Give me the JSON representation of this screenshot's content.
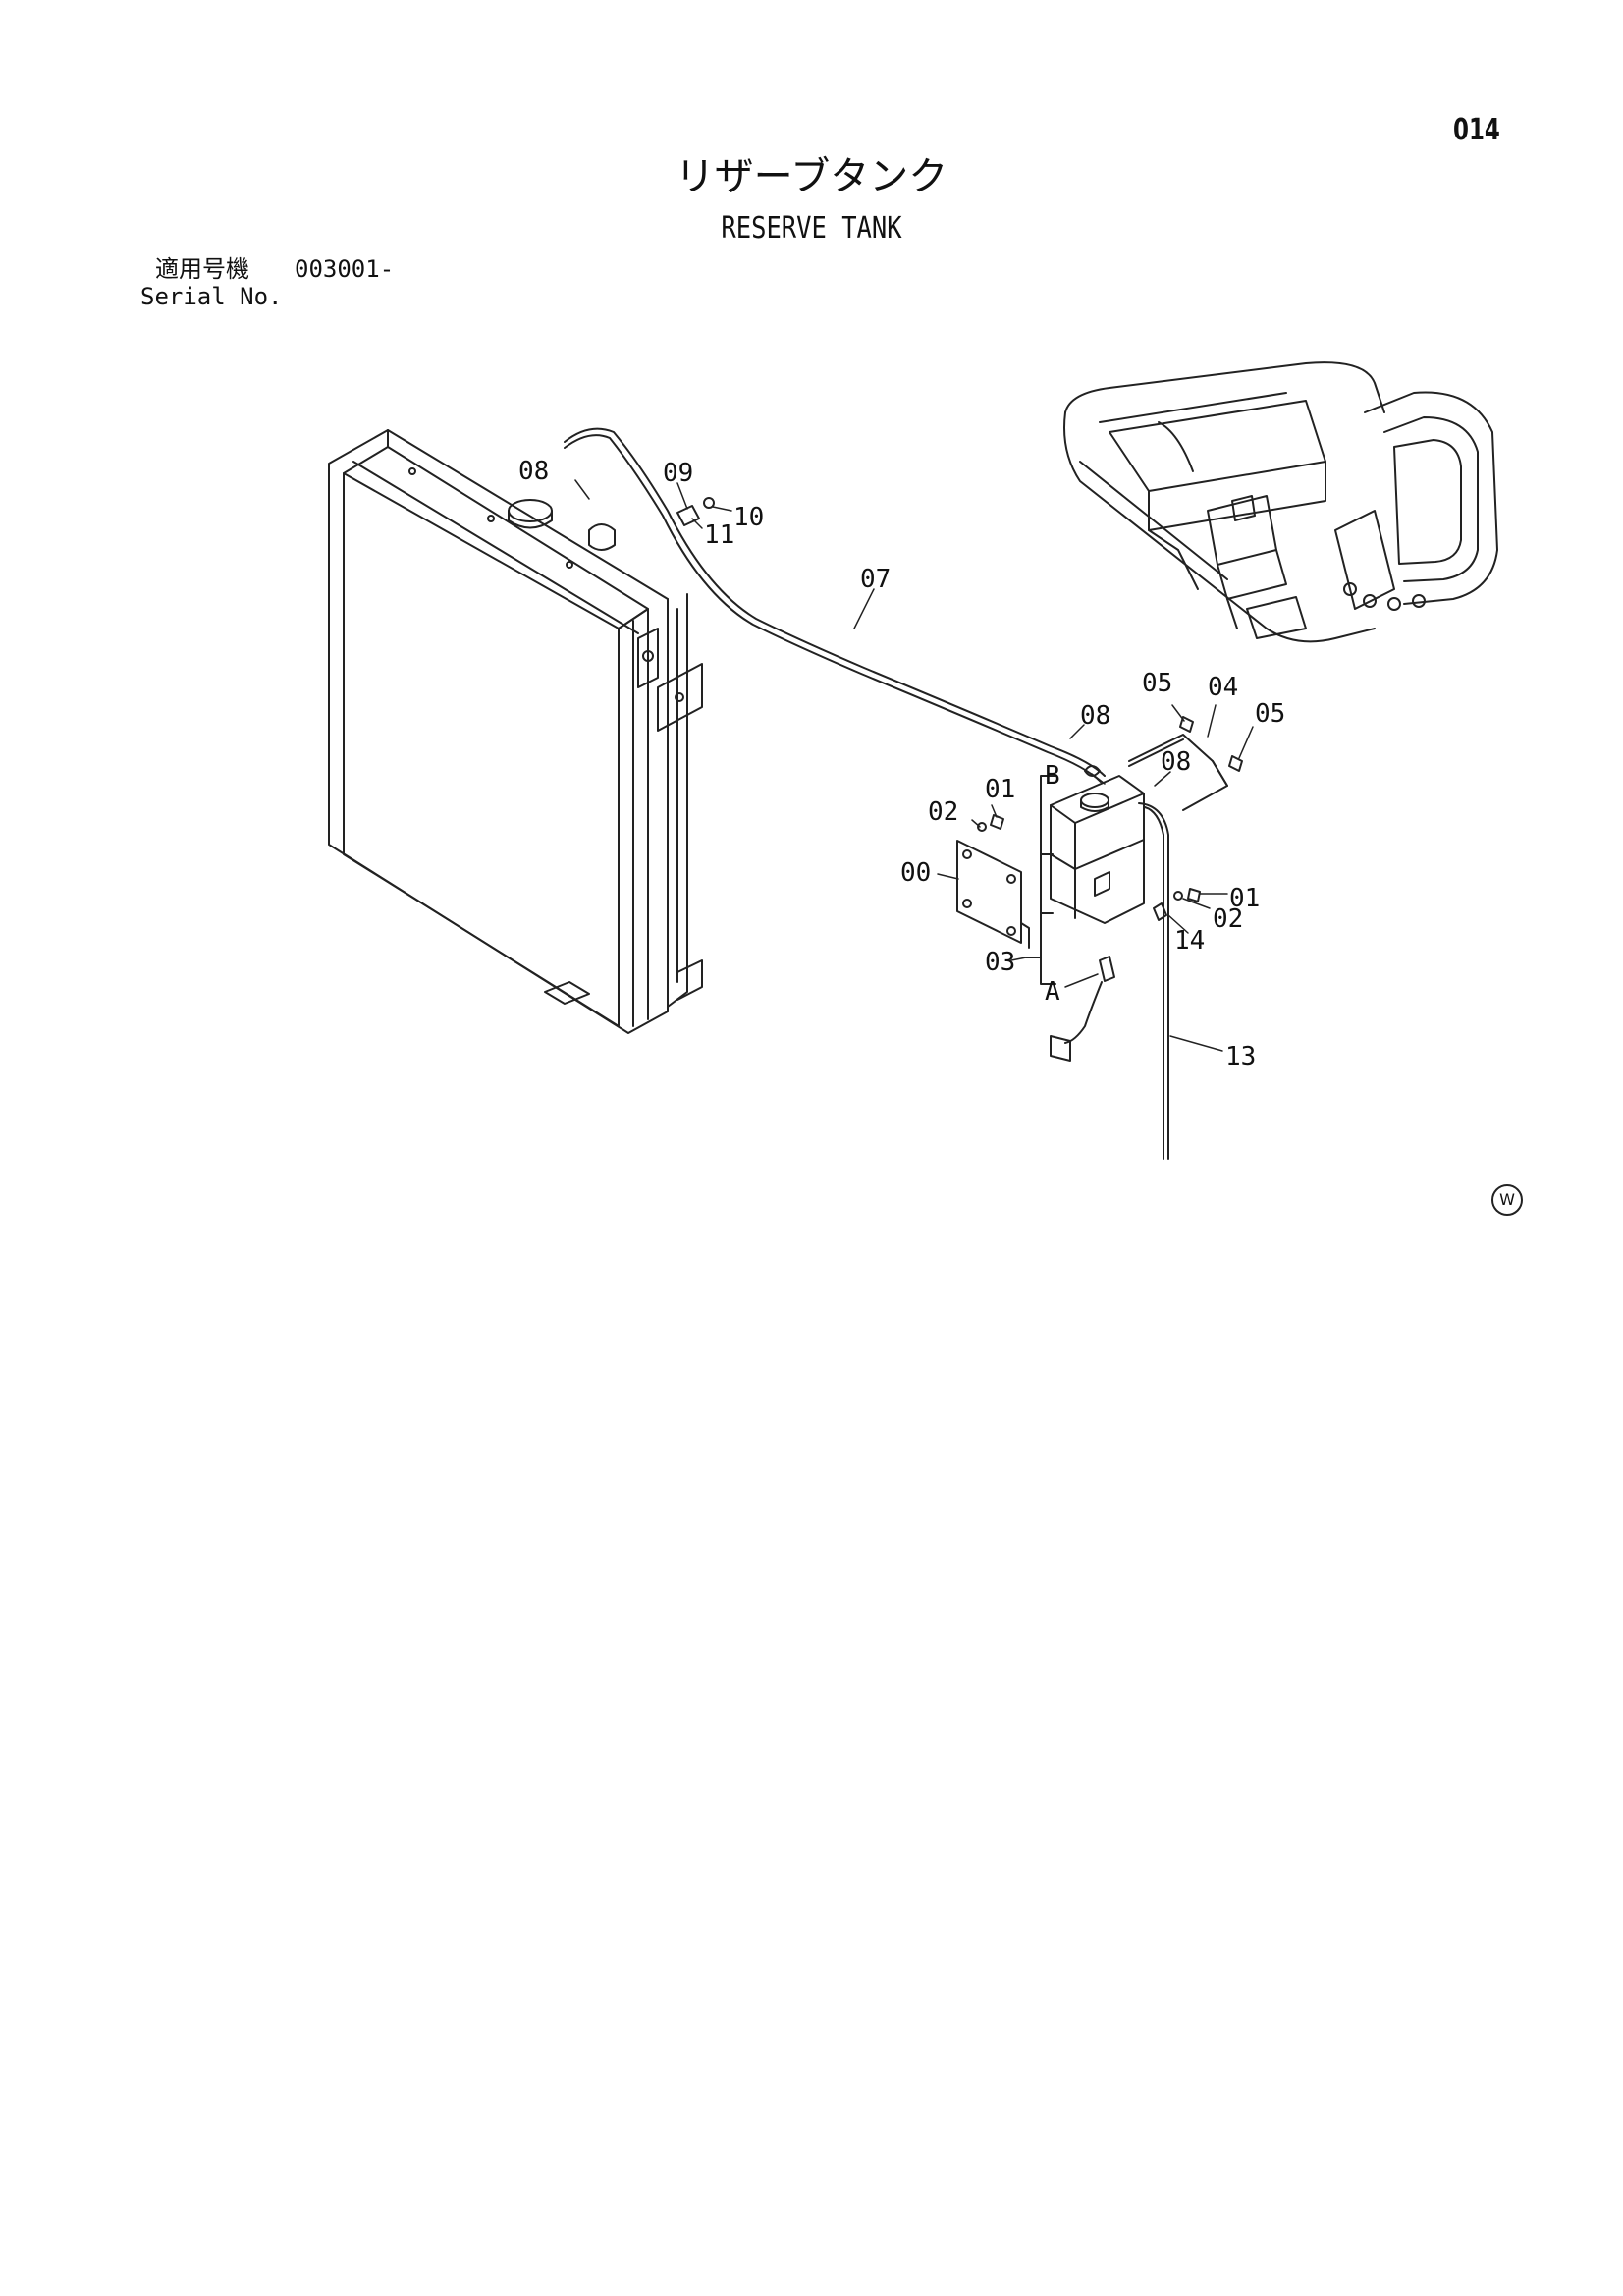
{
  "page_number": "014",
  "title_jp": "リザーブタンク",
  "title_en": "RESERVE TANK",
  "serial": {
    "label_jp": "適用号機",
    "value": "003001-",
    "label_en": "Serial No."
  },
  "callouts": {
    "c08a": "08",
    "c09": "09",
    "c10": "10",
    "c11": "11",
    "c07": "07",
    "c05a": "05",
    "c04": "04",
    "c05b": "05",
    "c08b": "08",
    "c08c": "08",
    "c01a": "01",
    "c02a": "02",
    "c00": "00",
    "c03": "03",
    "cB": "B",
    "cA": "A",
    "c01b": "01",
    "c02b": "02",
    "c14": "14",
    "c13": "13"
  },
  "mark": "W"
}
